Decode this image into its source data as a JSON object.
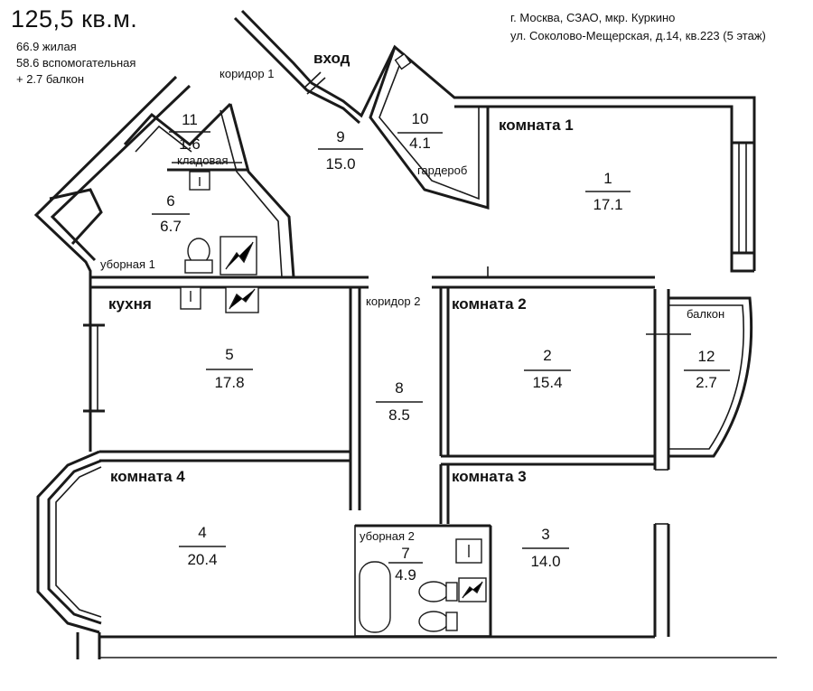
{
  "header": {
    "total_area": "125,5 кв.м.",
    "living": "66.9 жилая",
    "auxiliary": "58.6 вспомогательная",
    "balcony": "+ 2.7 балкон",
    "address_line1": "г. Москва, СЗАО, мкр. Куркино",
    "address_line2": "ул. Соколово-Мещерская, д.14, кв.223 (5 этаж)"
  },
  "labels": {
    "entrance": "вход",
    "corridor1": "коридор 1",
    "corridor2": "коридор 2",
    "pantry": "кладовая",
    "wardrobe": "гардероб",
    "toilet1": "уборная 1",
    "toilet2": "уборная 2",
    "kitchen": "кухня",
    "room1": "комната 1",
    "room2": "комната 2",
    "room3": "комната 3",
    "room4": "комната 4",
    "balcony": "балкон"
  },
  "rooms": [
    {
      "id": "r1",
      "number": "1",
      "area": "17.1"
    },
    {
      "id": "r2",
      "number": "2",
      "area": "15.4"
    },
    {
      "id": "r3",
      "number": "3",
      "area": "14.0"
    },
    {
      "id": "r4",
      "number": "4",
      "area": "20.4"
    },
    {
      "id": "r5",
      "number": "5",
      "area": "17.8"
    },
    {
      "id": "r6",
      "number": "6",
      "area": "6.7"
    },
    {
      "id": "r7",
      "number": "7",
      "area": "4.9"
    },
    {
      "id": "r8",
      "number": "8",
      "area": "8.5"
    },
    {
      "id": "r9",
      "number": "9",
      "area": "15.0"
    },
    {
      "id": "r10",
      "number": "10",
      "area": "4.1"
    },
    {
      "id": "r11",
      "number": "11",
      "area": "1.6"
    },
    {
      "id": "r12",
      "number": "12",
      "area": "2.7"
    }
  ]
}
